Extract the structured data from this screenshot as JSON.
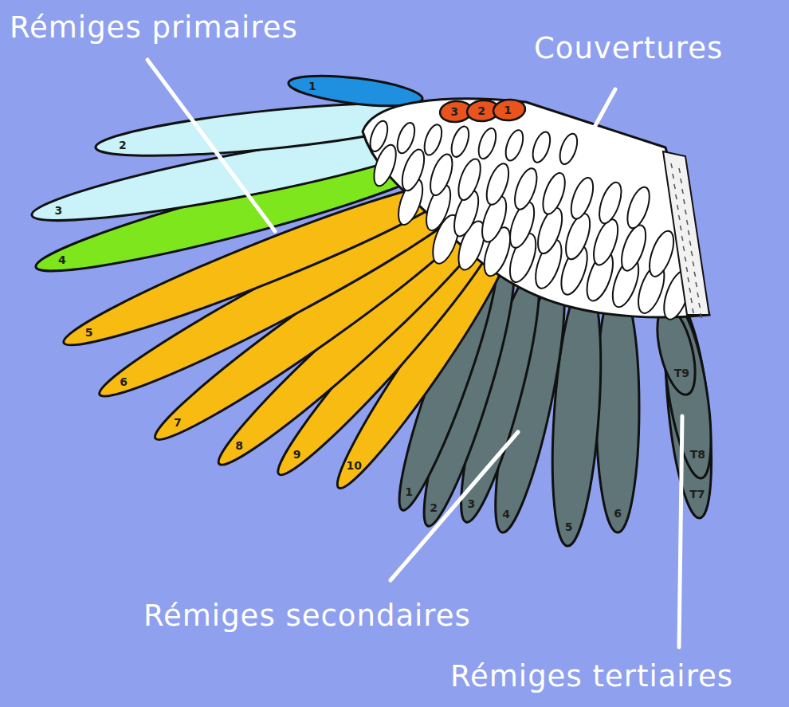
{
  "diagram": {
    "labels": [
      "Rémiges primaires",
      "Couvertures",
      "1",
      "3",
      "2",
      "1",
      "2",
      "3",
      "4",
      "5",
      "6",
      "7",
      "8",
      "9",
      "10",
      "1",
      "2",
      "3",
      "4",
      "5",
      "6",
      "T9",
      "T8",
      "T7",
      "Rémiges secondaires",
      "Rémiges tertiaires"
    ]
  }
}
